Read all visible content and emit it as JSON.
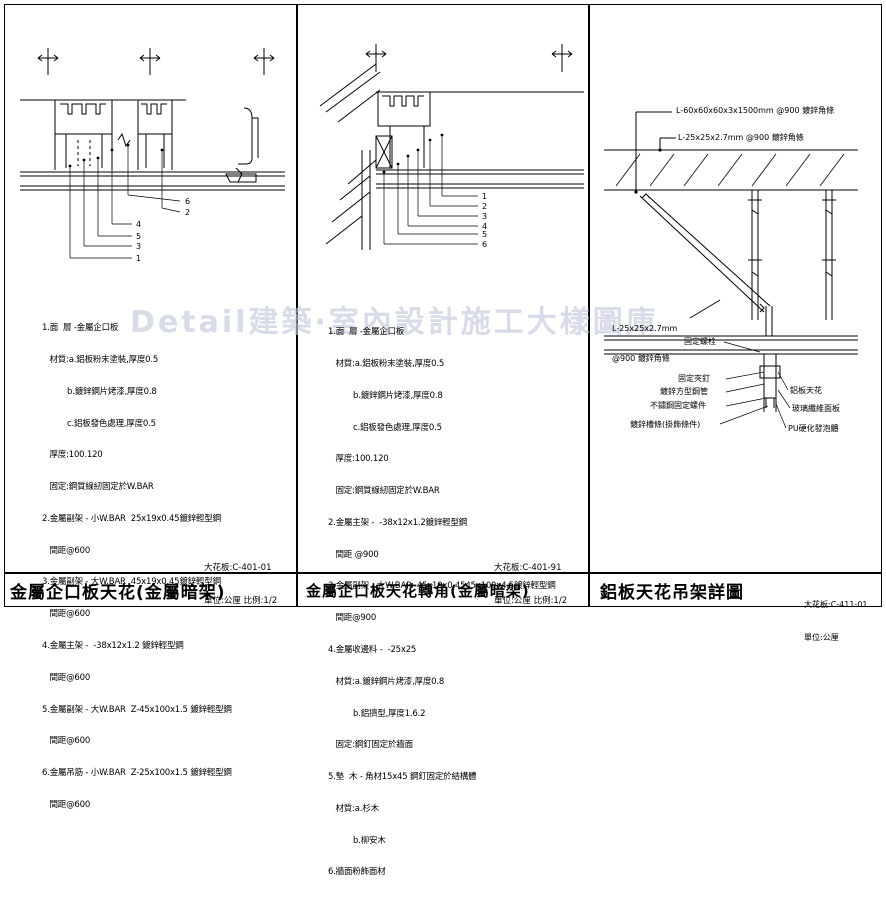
{
  "watermark": "Detail建築·室內設計施工大樣圖庫",
  "panel1": {
    "callouts": [
      "6",
      "2",
      "4",
      "5",
      "3",
      "1"
    ],
    "notes": [
      "1.面  層 -金屬企口板",
      "   材質:a.鋁板粉末塗裝,厚度0.5",
      "          b.鍍鋅鋼片烤漆,厚度0.8",
      "          c.鋁板發色處理,厚度0.5",
      "   厚度:100.120",
      "   固定:鋼質線紉固定於W.BAR",
      "2.金屬副架 - 小W.BAR  25x19x0.45鍍鋅輕型鋼",
      "   間距@600",
      "3.金屬副架 - 大W.BAR  45x19x0.45鍍鋅輕型鋼",
      "   間距@600",
      "4.金屬主架 -  -38x12x1.2 鍍鋅輕型鋼",
      "   間距@600",
      "5.金屬副架 - 大W.BAR  Z-45x100x1.5 鍍鋅輕型鋼",
      "   間距@600",
      "6.金屬吊筋 - 小W.BAR  Z-25x100x1.5 鍍鋅輕型鋼",
      "   間距@600"
    ],
    "ref_code": "大花板:C-401-01",
    "ref_unit": "單位:公厘 比例:1/2",
    "title": "金屬企口板天花(金屬暗架)"
  },
  "panel2": {
    "callouts": [
      "1",
      "2",
      "3",
      "4",
      "5",
      "6"
    ],
    "notes": [
      "1.面  層 -金屬企口板",
      "   材質:a.鋁板粉末塗裝,厚度0.5",
      "          b.鍍鋅鋼片烤漆,厚度0.8",
      "          c.鋁板發色處理,厚度0.5",
      "   厚度:100.120",
      "   固定:鋼質線紉固定於W.BAR",
      "2.金屬主架 -  -38x12x1.2鍍鋅輕型鋼",
      "   間距 @900",
      "3.金屬副架 - 大W.BAR  45x19x0.4545x100x4.5鍍鋅輕型鋼",
      "   間距@900",
      "4.金屬收邊料 -  -25x25",
      "   材質:a.鍍鋅鋼片烤漆,厚度0.8",
      "          b.鋁擠型,厚度1.6.2",
      "   固定:鋼釘固定於牆面",
      "5.墊  木 - 角材15x45 鋼釘固定於結構體",
      "   材質:a.杉木",
      "          b.柳安木",
      "6.牆面粉飾面材"
    ],
    "ref_code": "大花板:C-401-91",
    "ref_unit": "單位:公厘 比例:1/2",
    "title": "金屬企口板天花轉角(金屬暗架)"
  },
  "panel3": {
    "label_top1": "L-60x60x60x3x1500mm @900 鍍鋅角條",
    "label_top2": "L-25x25x2.7mm @900 鍍鋅角條",
    "label_brace1": "L-25x25x2.7mm",
    "label_brace2": "@900 鍍鋅角條",
    "label_screw": "固定螺栓",
    "labels_left": [
      "固定夾釘",
      "鍍鋅方型鋼管",
      "不鏽鋼固定螺件",
      "鍍鋅槽條(掛飾條件)"
    ],
    "labels_right": [
      "鋁板天花",
      "玻璃纖維面板",
      "PU硬化發泡體"
    ],
    "title": "鋁板天花吊架詳圖",
    "ref_code": "大花板:C-411-01",
    "ref_unit": "單位:公厘"
  }
}
